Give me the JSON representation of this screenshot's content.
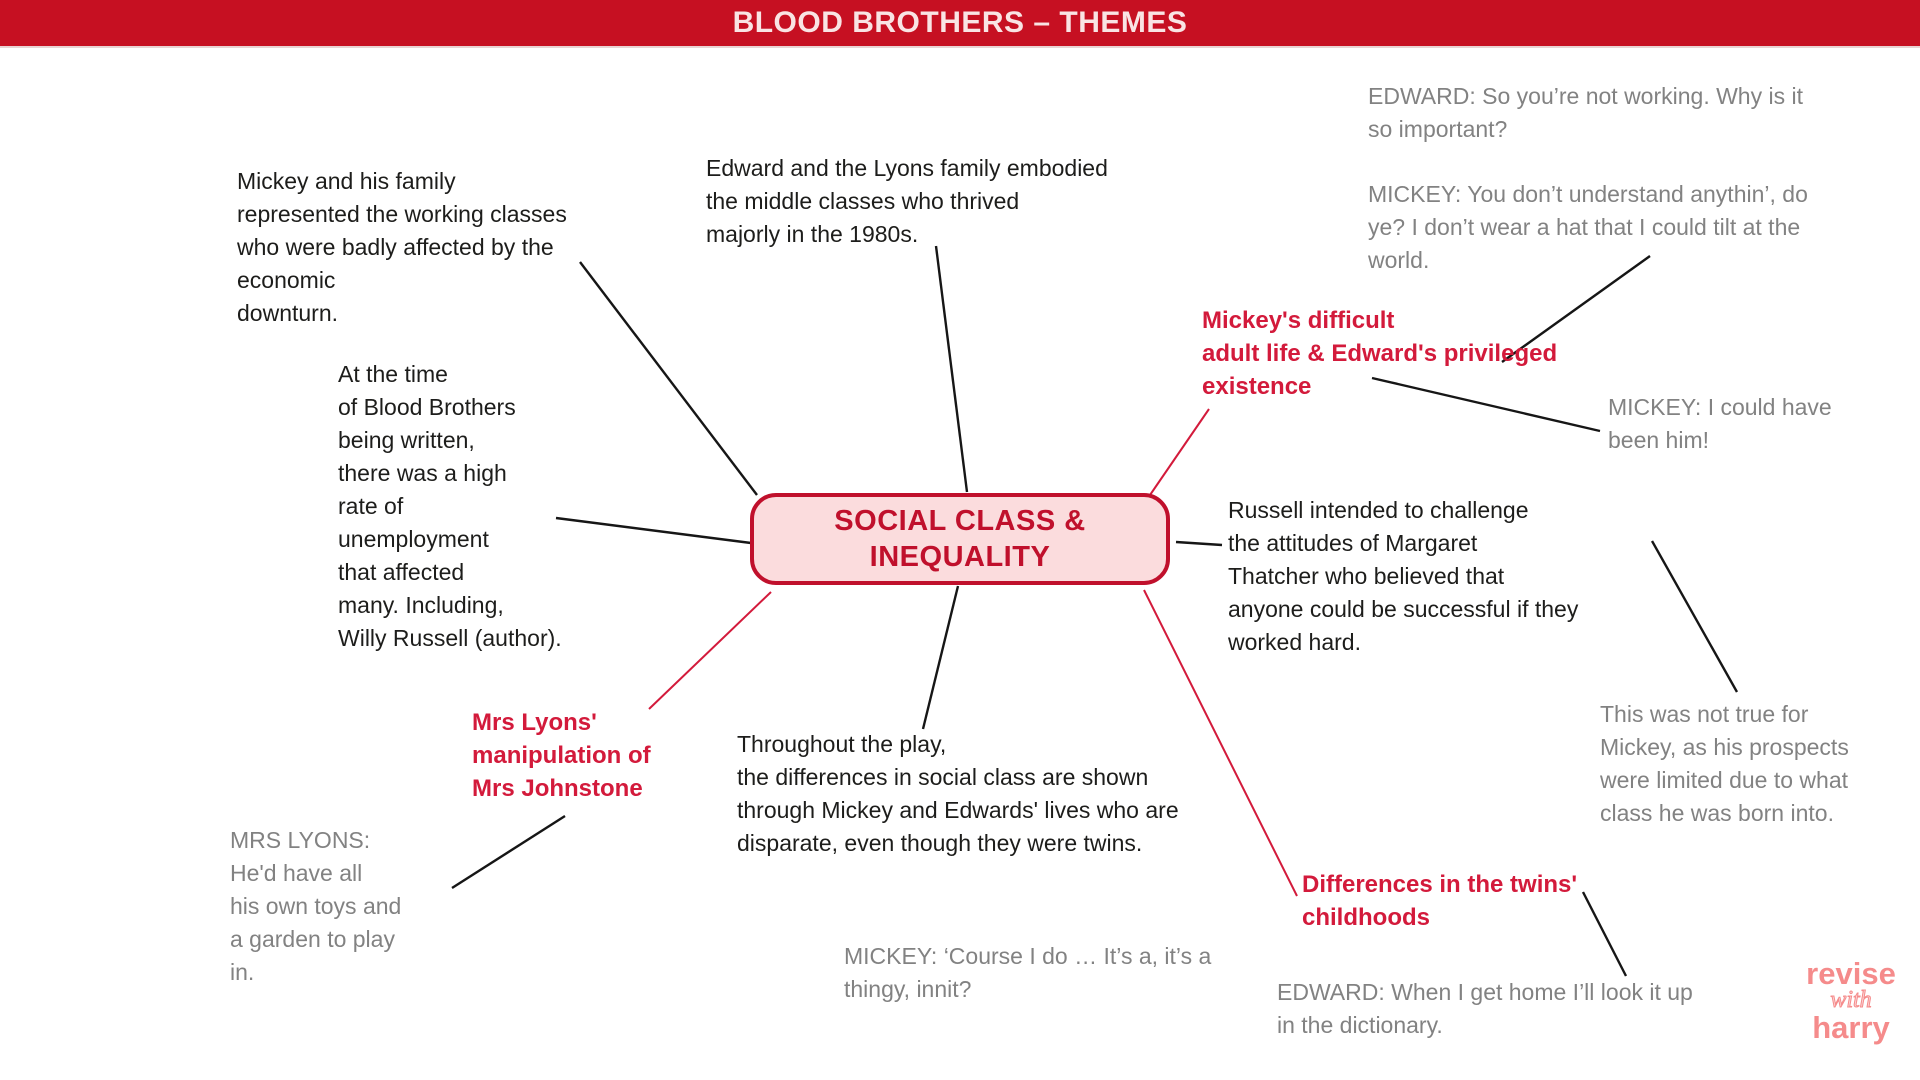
{
  "header": {
    "title": "BLOOD BROTHERS – THEMES"
  },
  "center": {
    "label": "SOCIAL CLASS &\nINEQUALITY"
  },
  "nodes": {
    "mickey_family": {
      "type": "fact",
      "text": "Mickey and his family\nrepresented the working classes\nwho were badly affected by the\neconomic\ndownturn."
    },
    "unemployment": {
      "type": "fact",
      "text": "At the time\nof Blood Brothers\nbeing written,\nthere was a high\nrate of\nunemployment\nthat affected\nmany. Including,\nWilly Russell (author)."
    },
    "edward_lyons": {
      "type": "fact",
      "text": "Edward and the Lyons family embodied\nthe middle classes who thrived\nmajorly in the 1980s."
    },
    "edward_working": {
      "type": "quote",
      "text": "EDWARD: So you’re not working. Why is it\nso important?"
    },
    "mickey_understand": {
      "type": "quote",
      "text": "MICKEY: You don’t understand anythin’, do\nye? I don’t wear a hat that I could tilt at the\nworld."
    },
    "adult_life": {
      "type": "subtheme",
      "text": "Mickey's difficult\nadult life & Edward's privileged\nexistence"
    },
    "mickey_him": {
      "type": "quote",
      "text": "MICKEY: I could have\nbeen him!"
    },
    "russell": {
      "type": "fact",
      "text": "Russell intended to challenge\nthe attitudes of Margaret\nThatcher who believed that\nanyone could be successful if they\nworked hard."
    },
    "not_true": {
      "type": "quote",
      "text": "This was not true for\nMickey, as his prospects\nwere limited due to what\nclass he was born into."
    },
    "mrs_lyons_label": {
      "type": "subtheme",
      "text": "Mrs Lyons'\nmanipulation of\nMrs Johnstone"
    },
    "mrs_lyons_quote": {
      "type": "quote",
      "text": "MRS LYONS:\nHe'd have all\nhis own toys and\na garden to play\nin."
    },
    "throughout": {
      "type": "fact",
      "text": "Throughout the play,\nthe differences in social class are shown\nthrough Mickey and Edwards' lives who are\ndisparate, even though they were twins."
    },
    "mickey_course": {
      "type": "quote",
      "text": "MICKEY: ‘Course I do … It’s a, it’s a\nthingy, innit?"
    },
    "differences": {
      "type": "subtheme",
      "text": "Differences in the twins'\nchildhoods"
    },
    "edward_dictionary": {
      "type": "quote",
      "text": "EDWARD: When I get home I’ll look it up\nin the dictionary."
    }
  },
  "edges": [
    {
      "from": "center",
      "to": "mickey_family",
      "color": "black"
    },
    {
      "from": "center",
      "to": "unemployment",
      "color": "black"
    },
    {
      "from": "center",
      "to": "edward_lyons",
      "color": "black"
    },
    {
      "from": "center",
      "to": "adult_life",
      "color": "red"
    },
    {
      "from": "center",
      "to": "russell",
      "color": "black"
    },
    {
      "from": "center",
      "to": "mrs_lyons_label",
      "color": "red"
    },
    {
      "from": "center",
      "to": "throughout",
      "color": "black"
    },
    {
      "from": "center",
      "to": "differences",
      "color": "red"
    },
    {
      "from": "adult_life",
      "to": "mickey_understand",
      "color": "black"
    },
    {
      "from": "adult_life",
      "to": "mickey_him",
      "color": "black"
    },
    {
      "from": "russell",
      "to": "not_true",
      "color": "black"
    },
    {
      "from": "mrs_lyons_label",
      "to": "mrs_lyons_quote",
      "color": "black"
    },
    {
      "from": "differences",
      "to": "edward_dictionary",
      "color": "black"
    }
  ],
  "logo": {
    "line1": "revise",
    "line2": "with",
    "line3": "harry"
  },
  "colors": {
    "header_bg": "#c61022",
    "header_text": "#f9e4e4",
    "accent_red": "#d31a3b",
    "quote_gray": "#828282",
    "text_black": "#1d1d1b",
    "node_fill": "#fbdcdd",
    "node_border": "#c0102c",
    "logo_pink": "#f58b8b"
  }
}
